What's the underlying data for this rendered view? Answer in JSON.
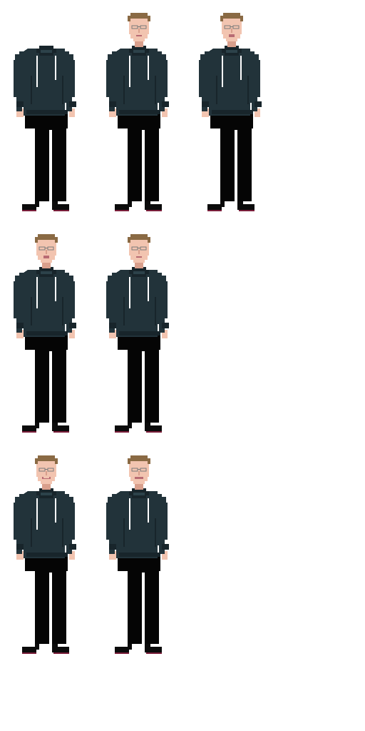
{
  "sheet": {
    "background": "#ffffff",
    "rows": 3,
    "frames": [
      {
        "row": 1,
        "col": 1,
        "head": false,
        "mouth": "none"
      },
      {
        "row": 1,
        "col": 2,
        "head": true,
        "mouth": "closed"
      },
      {
        "row": 1,
        "col": 3,
        "head": true,
        "mouth": "open"
      },
      {
        "row": 2,
        "col": 1,
        "head": true,
        "mouth": "open"
      },
      {
        "row": 2,
        "col": 2,
        "head": true,
        "mouth": "closed"
      },
      {
        "row": 3,
        "col": 1,
        "head": true,
        "mouth": "smile"
      },
      {
        "row": 3,
        "col": 2,
        "head": true,
        "mouth": "grin"
      }
    ]
  },
  "palette": {
    "hoodie": "#22333a",
    "hoodie_shadow": "#18252b",
    "hoodie_highlight": "#2c424a",
    "drawstring": "#ffffff",
    "pants": "#050505",
    "skin": "#f2c4b0",
    "skin_shadow": "#d99f8c",
    "hair": "#8a6a44",
    "glasses": "#7a7a7a",
    "mouth": "#b86b73",
    "shoe": "#0b0b0b",
    "shoe_accent": "#7a1e3a"
  }
}
